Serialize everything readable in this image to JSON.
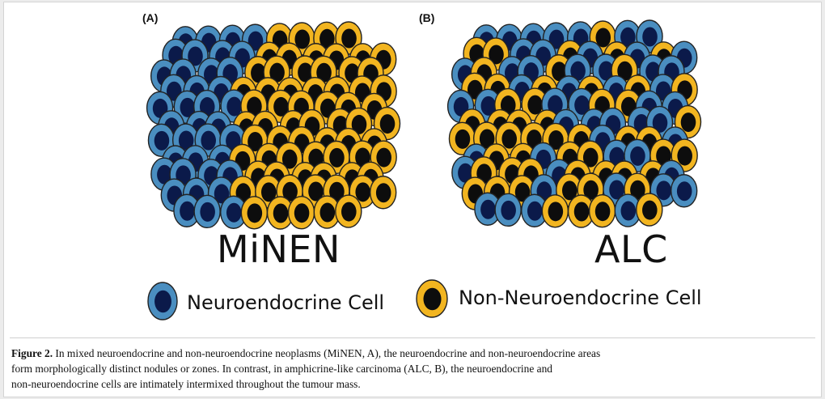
{
  "figure": {
    "panel_a_label": "(A)",
    "panel_b_label": "(B)",
    "panel_a_title": "MiNEN",
    "panel_b_title": "ALC"
  },
  "legend": {
    "neuroendocrine_label": "Neuroendocrine Cell",
    "non_neuroendocrine_label": "Non-Neuroendocrine Cell"
  },
  "caption": {
    "label": "Figure 2.",
    "line1_rest": " In mixed neuroendocrine and non-neuroendocrine neoplasms (MiNEN, A), the neuroendocrine and non-neuroendocrine areas",
    "line2": "form morphologically distinct nodules or zones. In contrast, in amphicrine-like carcinoma (ALC, B), the neuroendocrine and",
    "line3": "non-neuroendocrine cells are intimately intermixed throughout the tumour mass."
  },
  "colors": {
    "neuroendocrine_body": "#4a8ec0",
    "neuroendocrine_nucleus": "#0b1a4a",
    "non_neuroendocrine_body": "#f2b520",
    "non_neuroendocrine_nucleus": "#0d0d0d",
    "cell_outline": "#222222"
  }
}
